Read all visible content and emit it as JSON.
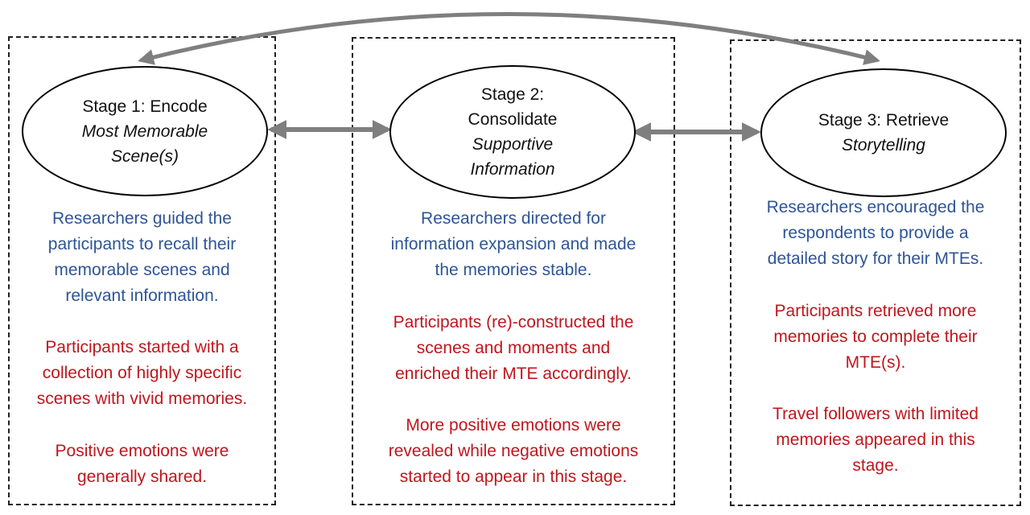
{
  "stages": [
    {
      "title_lines": [
        "Stage 1: Encode"
      ],
      "subtitle_lines": [
        "Most Memorable",
        "Scene(s)"
      ],
      "researcher_lines": [
        "Researchers guided the",
        "participants to recall their",
        "memorable scenes and",
        "relevant information."
      ],
      "participant_blocks": [
        [
          "Participants started with a",
          "collection of highly specific",
          "scenes with vivid memories."
        ],
        [
          "Positive emotions were",
          "generally shared."
        ]
      ]
    },
    {
      "title_lines": [
        "Stage 2:",
        "Consolidate"
      ],
      "subtitle_lines": [
        "Supportive",
        "Information"
      ],
      "researcher_lines": [
        "Researchers directed for",
        "information expansion and made",
        "the memories stable."
      ],
      "participant_blocks": [
        [
          "Participants (re)-constructed the",
          "scenes and moments and",
          "enriched their MTE accordingly."
        ],
        [
          "More positive emotions were",
          "revealed while negative emotions",
          "started to appear in this stage."
        ]
      ]
    },
    {
      "title_lines": [
        "Stage 3: Retrieve"
      ],
      "subtitle_lines": [
        "Storytelling"
      ],
      "researcher_lines": [
        "Researchers encouraged the",
        "respondents to provide a",
        "detailed story for their MTEs."
      ],
      "participant_blocks": [
        [
          "Participants retrieved more",
          "memories to complete their",
          "MTE(s)."
        ],
        [
          "Travel followers with limited",
          "memories appeared in this",
          "stage."
        ]
      ]
    }
  ],
  "colors": {
    "researcher_text": "#2e5597",
    "participant_text": "#c0161d",
    "arrow": "#7f7f7f"
  }
}
